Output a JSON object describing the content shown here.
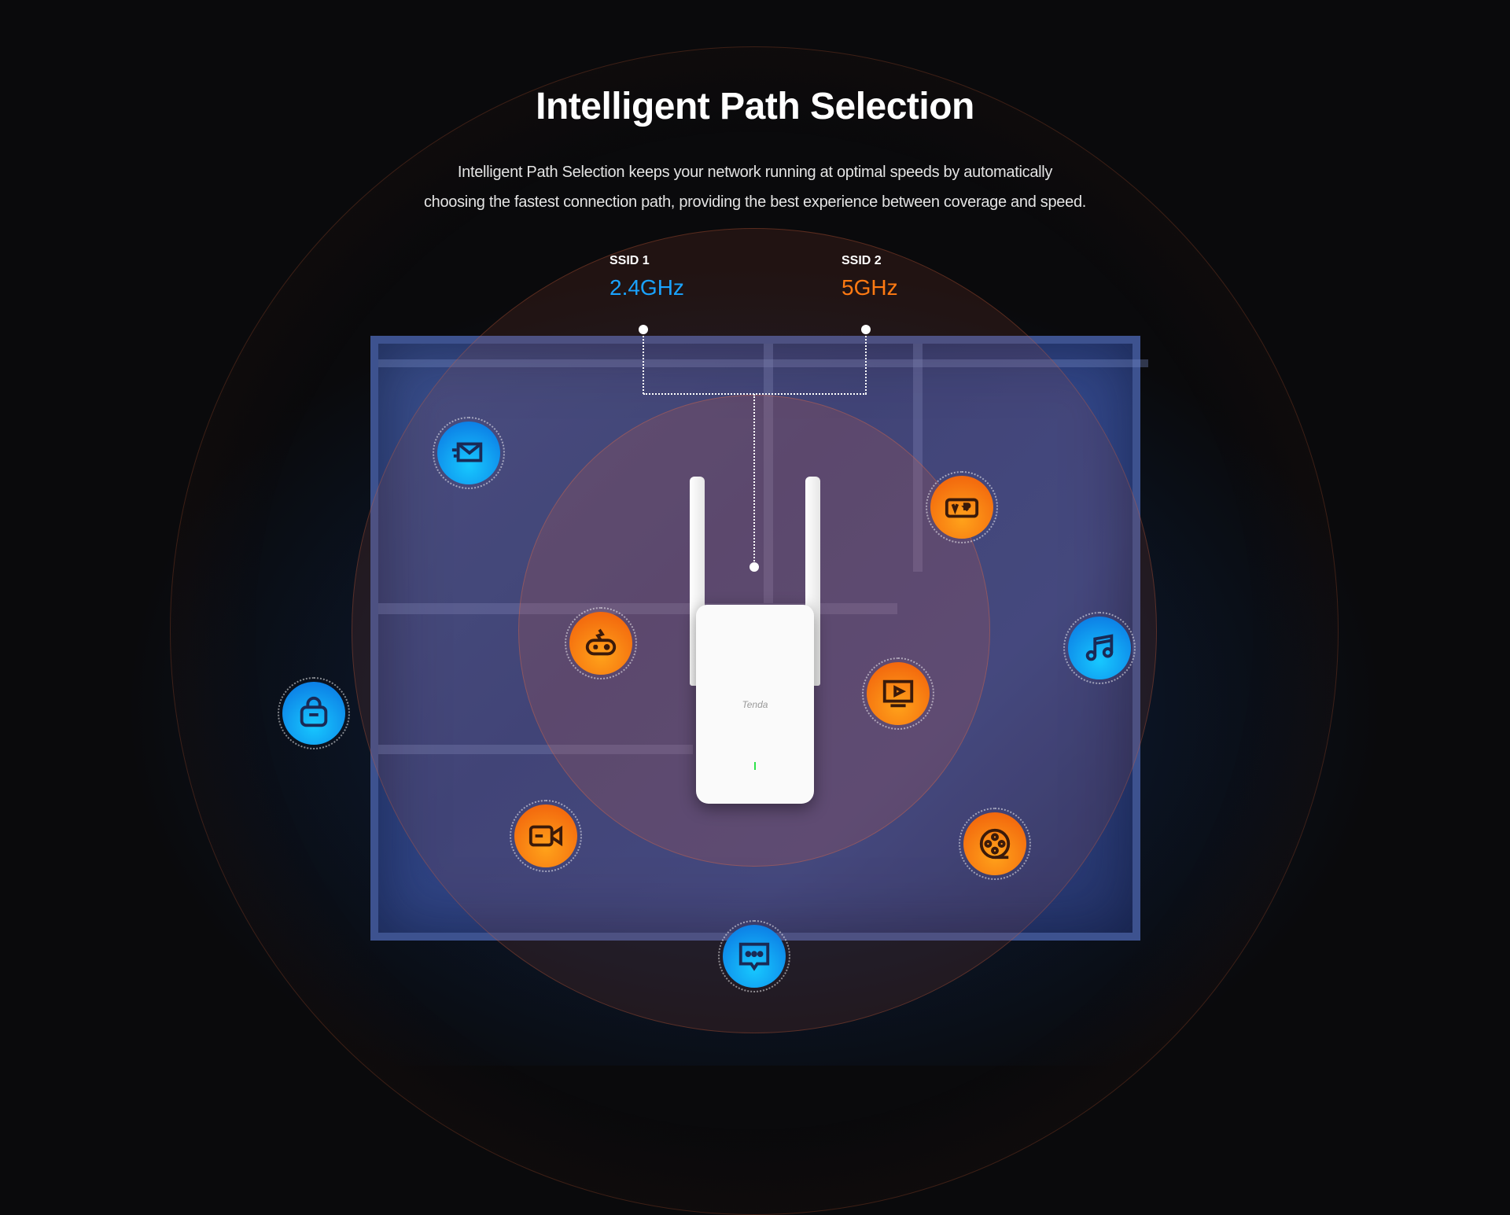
{
  "header": {
    "title": "Intelligent Path Selection",
    "description_line1": "Intelligent Path Selection keeps your network running at optimal speeds by automatically",
    "description_line2": "choosing the fastest connection path, providing the best experience between coverage and speed."
  },
  "ssids": [
    {
      "label": "SSID 1",
      "band": "2.4GHz",
      "color": "#1aa3ff"
    },
    {
      "label": "SSID 2",
      "band": "5GHz",
      "color": "#ff7a12"
    }
  ],
  "device": {
    "brand": "Tenda"
  },
  "icons": [
    {
      "name": "mail-icon",
      "color": "blue"
    },
    {
      "name": "vr-icon",
      "color": "orange"
    },
    {
      "name": "gamepad-icon",
      "color": "orange"
    },
    {
      "name": "music-icon",
      "color": "blue"
    },
    {
      "name": "shopping-bag-icon",
      "color": "blue"
    },
    {
      "name": "tv-icon",
      "color": "orange"
    },
    {
      "name": "video-camera-icon",
      "color": "orange"
    },
    {
      "name": "film-reel-icon",
      "color": "orange"
    },
    {
      "name": "chat-icon",
      "color": "blue"
    }
  ]
}
